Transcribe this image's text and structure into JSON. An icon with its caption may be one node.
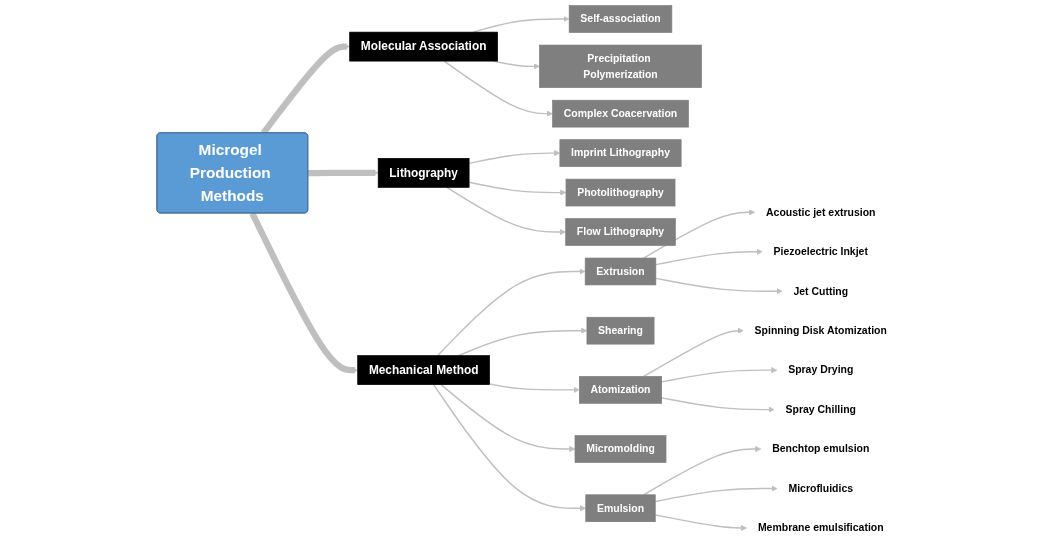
{
  "diagram": {
    "nodes": [
      {
        "text": [
          "Microgel Production Methods"
        ]
      },
      {
        "text": [
          "Molecular Association"
        ]
      },
      {
        "text": [
          "Self-association"
        ]
      },
      {
        "text": [
          "Precipitation Polymerization"
        ]
      },
      {
        "text": [
          "Complex Coacervation"
        ]
      },
      {
        "text": [
          "Lithography"
        ]
      },
      {
        "text": [
          "Imprint Lithography"
        ]
      },
      {
        "text": [
          "Photolithography"
        ]
      },
      {
        "text": [
          "Flow Lithography"
        ]
      },
      {
        "text": [
          "Mechanical Method"
        ]
      },
      {
        "text": [
          "Extrusion"
        ]
      },
      {
        "text": [
          "Acoustic jet extrusion"
        ]
      },
      {
        "text": [
          "Piezoelectric Inkjet"
        ]
      },
      {
        "text": [
          "Jet Cutting"
        ]
      },
      {
        "text": [
          "Shearing"
        ]
      },
      {
        "text": [
          "Atomization"
        ]
      },
      {
        "text": [
          "Spinning Disk Atomization"
        ]
      },
      {
        "text": [
          "Spray Drying"
        ]
      },
      {
        "text": [
          "Spray Chilling"
        ]
      },
      {
        "text": [
          "Micromolding"
        ]
      },
      {
        "text": [
          "Emulsion"
        ]
      },
      {
        "text": [
          "Benchtop emulsion"
        ]
      },
      {
        "text": [
          "Microfluidics"
        ]
      },
      {
        "text": [
          "Membrane emulsification"
        ]
      }
    ],
    "edges": [
      {
        "from": 0,
        "to": 1,
        "arrow": "to",
        "style": "thick"
      },
      {
        "from": 1,
        "to": 2,
        "arrow": "to"
      },
      {
        "from": 1,
        "to": 3,
        "arrow": "to"
      },
      {
        "from": 1,
        "to": 4,
        "arrow": "to"
      },
      {
        "from": 0,
        "to": 5,
        "arrow": "to",
        "style": "thick"
      },
      {
        "from": 5,
        "to": 6,
        "arrow": "to"
      },
      {
        "from": 5,
        "to": 7,
        "arrow": "to"
      },
      {
        "from": 5,
        "to": 8,
        "arrow": "to"
      },
      {
        "from": 0,
        "to": 9,
        "arrow": "to",
        "style": "thick"
      },
      {
        "from": 9,
        "to": 10,
        "arrow": "to"
      },
      {
        "from": 10,
        "to": 11,
        "arrow": "to"
      },
      {
        "from": 10,
        "to": 12,
        "arrow": "to"
      },
      {
        "from": 10,
        "to": 13,
        "arrow": "to"
      },
      {
        "from": 9,
        "to": 14,
        "arrow": "to"
      },
      {
        "from": 9,
        "to": 15,
        "arrow": "to"
      },
      {
        "from": 15,
        "to": 16,
        "arrow": "to"
      },
      {
        "from": 15,
        "to": 17,
        "arrow": "to"
      },
      {
        "from": 15,
        "to": 18,
        "arrow": "to"
      },
      {
        "from": 9,
        "to": 19,
        "arrow": "to"
      },
      {
        "from": 9,
        "to": 20,
        "arrow": "to"
      },
      {
        "from": 20,
        "to": 21,
        "arrow": "to"
      },
      {
        "from": 20,
        "to": 22,
        "arrow": "to"
      },
      {
        "from": 20,
        "to": 23,
        "arrow": "to"
      }
    ]
  }
}
